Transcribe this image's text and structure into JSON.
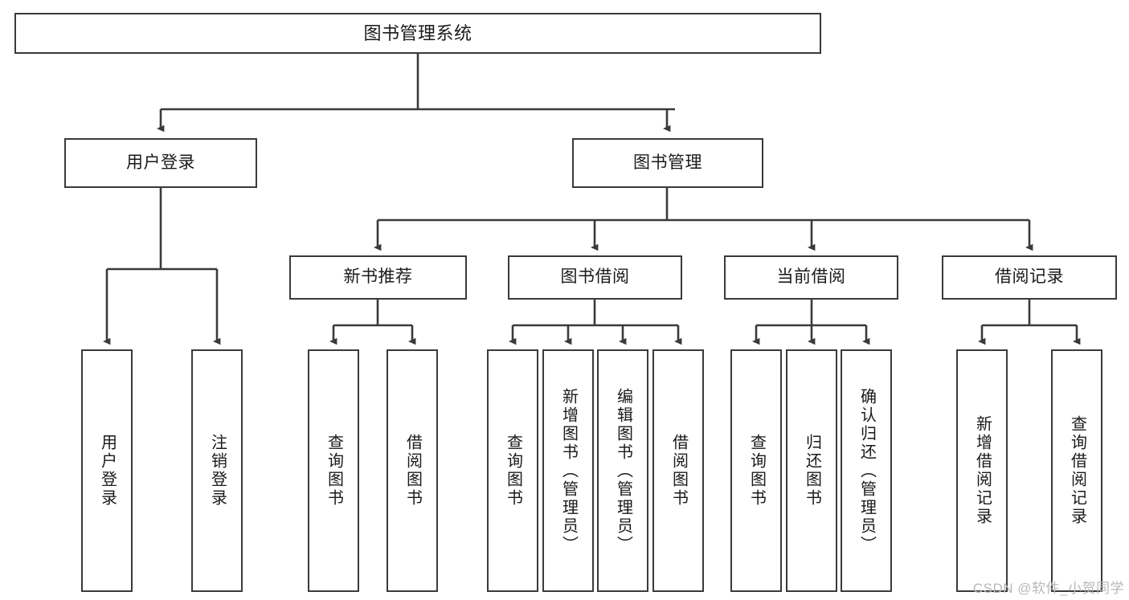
{
  "diagram": {
    "type": "tree",
    "title": "图书管理系统",
    "root": {
      "label": "图书管理系统"
    },
    "level2": [
      {
        "label": "用户登录"
      },
      {
        "label": "图书管理"
      }
    ],
    "level3": [
      {
        "label": "新书推荐"
      },
      {
        "label": "图书借阅"
      },
      {
        "label": "当前借阅"
      },
      {
        "label": "借阅记录"
      }
    ],
    "leaves": [
      {
        "label": "用户登录",
        "parent": "用户登录"
      },
      {
        "label": "注销登录",
        "parent": "用户登录"
      },
      {
        "label": "查询图书",
        "parent": "新书推荐"
      },
      {
        "label": "借阅图书",
        "parent": "新书推荐"
      },
      {
        "label": "查询图书",
        "parent": "图书借阅"
      },
      {
        "label": "新增图书（管理员）",
        "parent": "图书借阅"
      },
      {
        "label": "编辑图书（管理员）",
        "parent": "图书借阅"
      },
      {
        "label": "借阅图书",
        "parent": "图书借阅"
      },
      {
        "label": "查询图书",
        "parent": "当前借阅"
      },
      {
        "label": "归还图书",
        "parent": "当前借阅"
      },
      {
        "label": "确认归还（管理员）",
        "parent": "当前借阅"
      },
      {
        "label": "新增借阅记录",
        "parent": "借阅记录"
      },
      {
        "label": "查询借阅记录",
        "parent": "借阅记录"
      }
    ],
    "watermark": "CSDN @软件_小贺同学",
    "colors": {
      "stroke": "#3a3a3a",
      "fill": "#ffffff",
      "text": "#1a1a1a",
      "watermark": "#b8b8b8"
    }
  }
}
